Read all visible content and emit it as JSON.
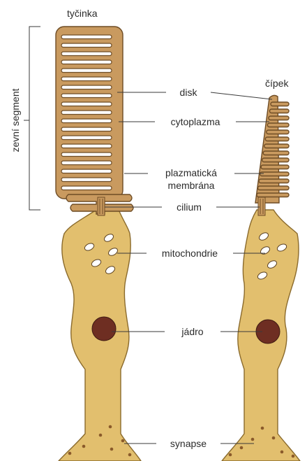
{
  "labels": {
    "rod": "tyčinka",
    "cone": "čípek",
    "outer_segment": "zevní segment",
    "disk": "disk",
    "cytoplasm": "cytoplazma",
    "membrane_line1": "plazmatická",
    "membrane_line2": "membrána",
    "cilium": "cilium",
    "mitochondria": "mitochondrie",
    "nucleus": "jádro",
    "synapse": "synapse"
  }
}
